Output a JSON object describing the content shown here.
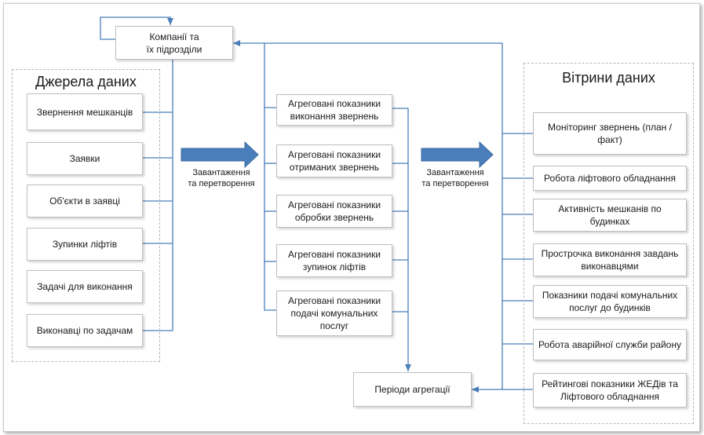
{
  "companies": "Компанії та\nїх підрозділи",
  "sources": {
    "title": "Джерела даних",
    "items": [
      "Звернення мешканців",
      "Заявки",
      "Об'єкти в заявці",
      "Зупинки ліфтів",
      "Задачі для виконання",
      "Виконавці по задачам"
    ]
  },
  "transform_label": "Завантаження\nта перетворення",
  "aggregates": [
    "Агреговані показники\nвиконання звернень",
    "Агреговані показники\nотриманих звернень",
    "Агреговані показники\nобробки звернень",
    "Агреговані показники\nзупинок ліфтів",
    "Агреговані показники\nподачі комунальних\nпослуг"
  ],
  "periods": "Періоди агрегації",
  "marts": {
    "title": "Вітрини даних",
    "items": [
      "Моніторинг звернень (план /\nфакт)",
      "Робота ліфтового обладнання",
      "Активність мешканів по\nбудинках",
      "Прострочка виконання завдань\nвиконавцями",
      "Показники подачі комунальних\nпослуг до будинків",
      "Робота аварійної служби району",
      "Рейтингові показники ЖЕДів та\nЛіфтового обладнання"
    ]
  },
  "colors": {
    "connector": "#4a7ebb",
    "arrow": "#4a7ebb"
  }
}
